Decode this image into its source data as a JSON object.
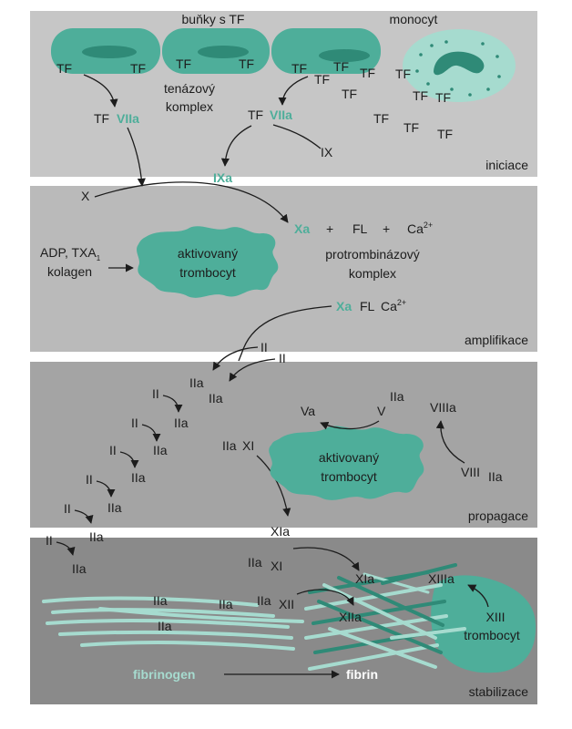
{
  "colors": {
    "panel_initiation": "#c6c6c6",
    "panel_amplification": "#bababa",
    "panel_propagation": "#a4a4a4",
    "panel_stabilization": "#8a8a8a",
    "teal": "#4eae9a",
    "teal_dark": "#2f8a77",
    "teal_light": "#a6dbcf",
    "text": "#1c1c1c",
    "white": "#ffffff"
  },
  "panels": {
    "initiation": {
      "label": "iniciace",
      "cells_label": "buňky s TF",
      "monocyte_label": "monocyt",
      "tenase_line1": "tenázový",
      "tenase_line2": "komplex",
      "tf": "TF",
      "viia": "VIIa",
      "ix": "IX",
      "ixa": "IXa"
    },
    "amplification": {
      "label": "amplifikace",
      "x": "X",
      "xa": "Xa",
      "plus": "+",
      "fl": "FL",
      "ca": "Ca",
      "ca_sup": "2+",
      "agonists_line1": "ADP, TXA",
      "agonists_sub": "1",
      "agonists_line2": "kolagen",
      "platelet_line1": "aktivovaný",
      "platelet_line2": "trombocyt",
      "prothrombinase_line1": "protrombinázový",
      "prothrombinase_line2": "komplex",
      "complex_xa": "Xa",
      "complex_fl": "FL",
      "complex_ca": "Ca",
      "complex_ca_sup": "2+"
    },
    "propagation": {
      "label": "propagace",
      "ii": "II",
      "iia": "IIa",
      "xi": "XI",
      "va": "Va",
      "v": "V",
      "viiia": "VIIIa",
      "viii": "VIII",
      "platelet_line1": "aktivovaný",
      "platelet_line2": "trombocyt"
    },
    "stabilization": {
      "label": "stabilizace",
      "xia": "XIa",
      "xi": "XI",
      "xii": "XII",
      "xiia": "XIIa",
      "xiiia": "XIIIa",
      "xiii": "XIII",
      "iia": "IIa",
      "platelet": "trombocyt",
      "fibrinogen": "fibrinogen",
      "fibrin": "fibrin"
    }
  }
}
